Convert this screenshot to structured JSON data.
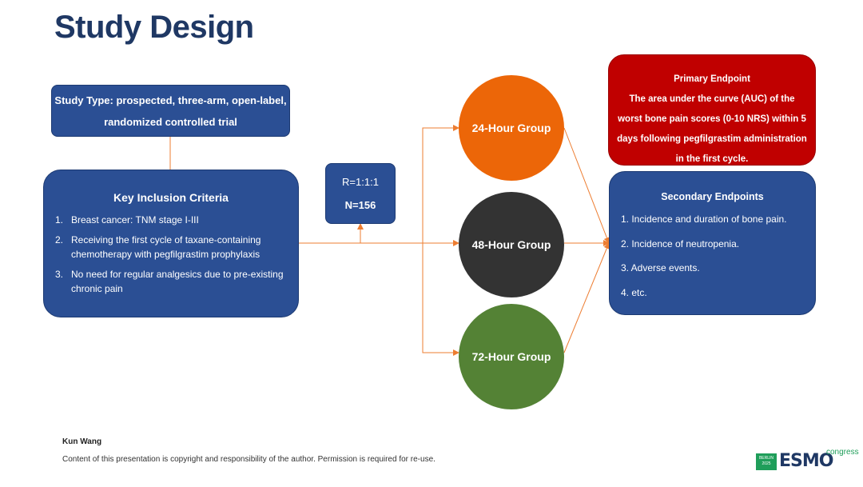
{
  "title": "Study Design",
  "study_type": {
    "line1": "Study Type: prospected, three-arm, open-label,",
    "line2": "randomized controlled trial"
  },
  "inclusion": {
    "header": "Key Inclusion Criteria",
    "items": [
      {
        "num": "1.",
        "text": "Breast cancer: TNM stage I-III"
      },
      {
        "num": "2.",
        "text": "Receiving the first cycle of taxane-containing chemotherapy with pegfilgrastim prophylaxis"
      },
      {
        "num": "3.",
        "text": "No need for regular analgesics due to pre-existing chronic pain"
      }
    ]
  },
  "randomization": {
    "ratio": "R=1:1:1",
    "n": "N=156"
  },
  "groups": {
    "g24": {
      "label": "24-Hour Group",
      "color": "#ec6608"
    },
    "g48": {
      "label": "48-Hour Group",
      "color": "#333333"
    },
    "g72": {
      "label": "72-Hour Group",
      "color": "#548235"
    }
  },
  "primary": {
    "header": "Primary Endpoint",
    "line1": "The area under the curve (AUC) of the",
    "line2": "worst bone pain scores (0-10 NRS) within 5",
    "line3": "days following pegfilgrastim administration",
    "line4": "in the first cycle.",
    "color": "#c00000"
  },
  "secondary": {
    "header": "Secondary Endpoints",
    "items": [
      "1. Incidence and duration of bone pain.",
      "2. Incidence of neutropenia.",
      "3. Adverse events.",
      "4. etc."
    ]
  },
  "footer": {
    "author": "Kun Wang",
    "copyright": "Content of this presentation is copyright and responsibility of the author. Permission is required for re-use."
  },
  "logo": {
    "city": "BERLIN",
    "year": "2025",
    "brand": "ESMO",
    "suffix": "congress"
  },
  "colors": {
    "primary_blue": "#2b4f94",
    "arrow_orange": "#ed7d31",
    "title_navy": "#1f3864"
  }
}
